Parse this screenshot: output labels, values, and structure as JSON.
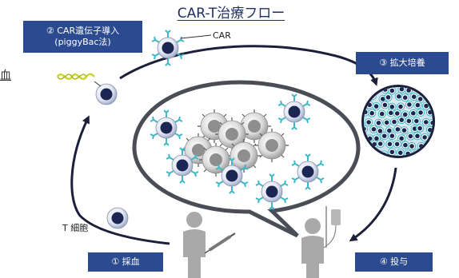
{
  "title": "CAR-T治療フロー",
  "steps": {
    "step1": "① 採血",
    "step2_line1": "② CAR遺伝子導入",
    "step2_line2": "(piggyBac法)",
    "step3": "③ 拡大培養",
    "step4": "④ 投与"
  },
  "labels": {
    "car": "CAR",
    "t_cell": "T 細胞",
    "cut_text": "血"
  },
  "colors": {
    "box_fill": "#2b4a8f",
    "title": "#1f2f63",
    "cell_nucleus": "#1b2752",
    "receptor": "#3fb7c7",
    "dna": "#c9d630",
    "person": "#a9a9a9"
  }
}
